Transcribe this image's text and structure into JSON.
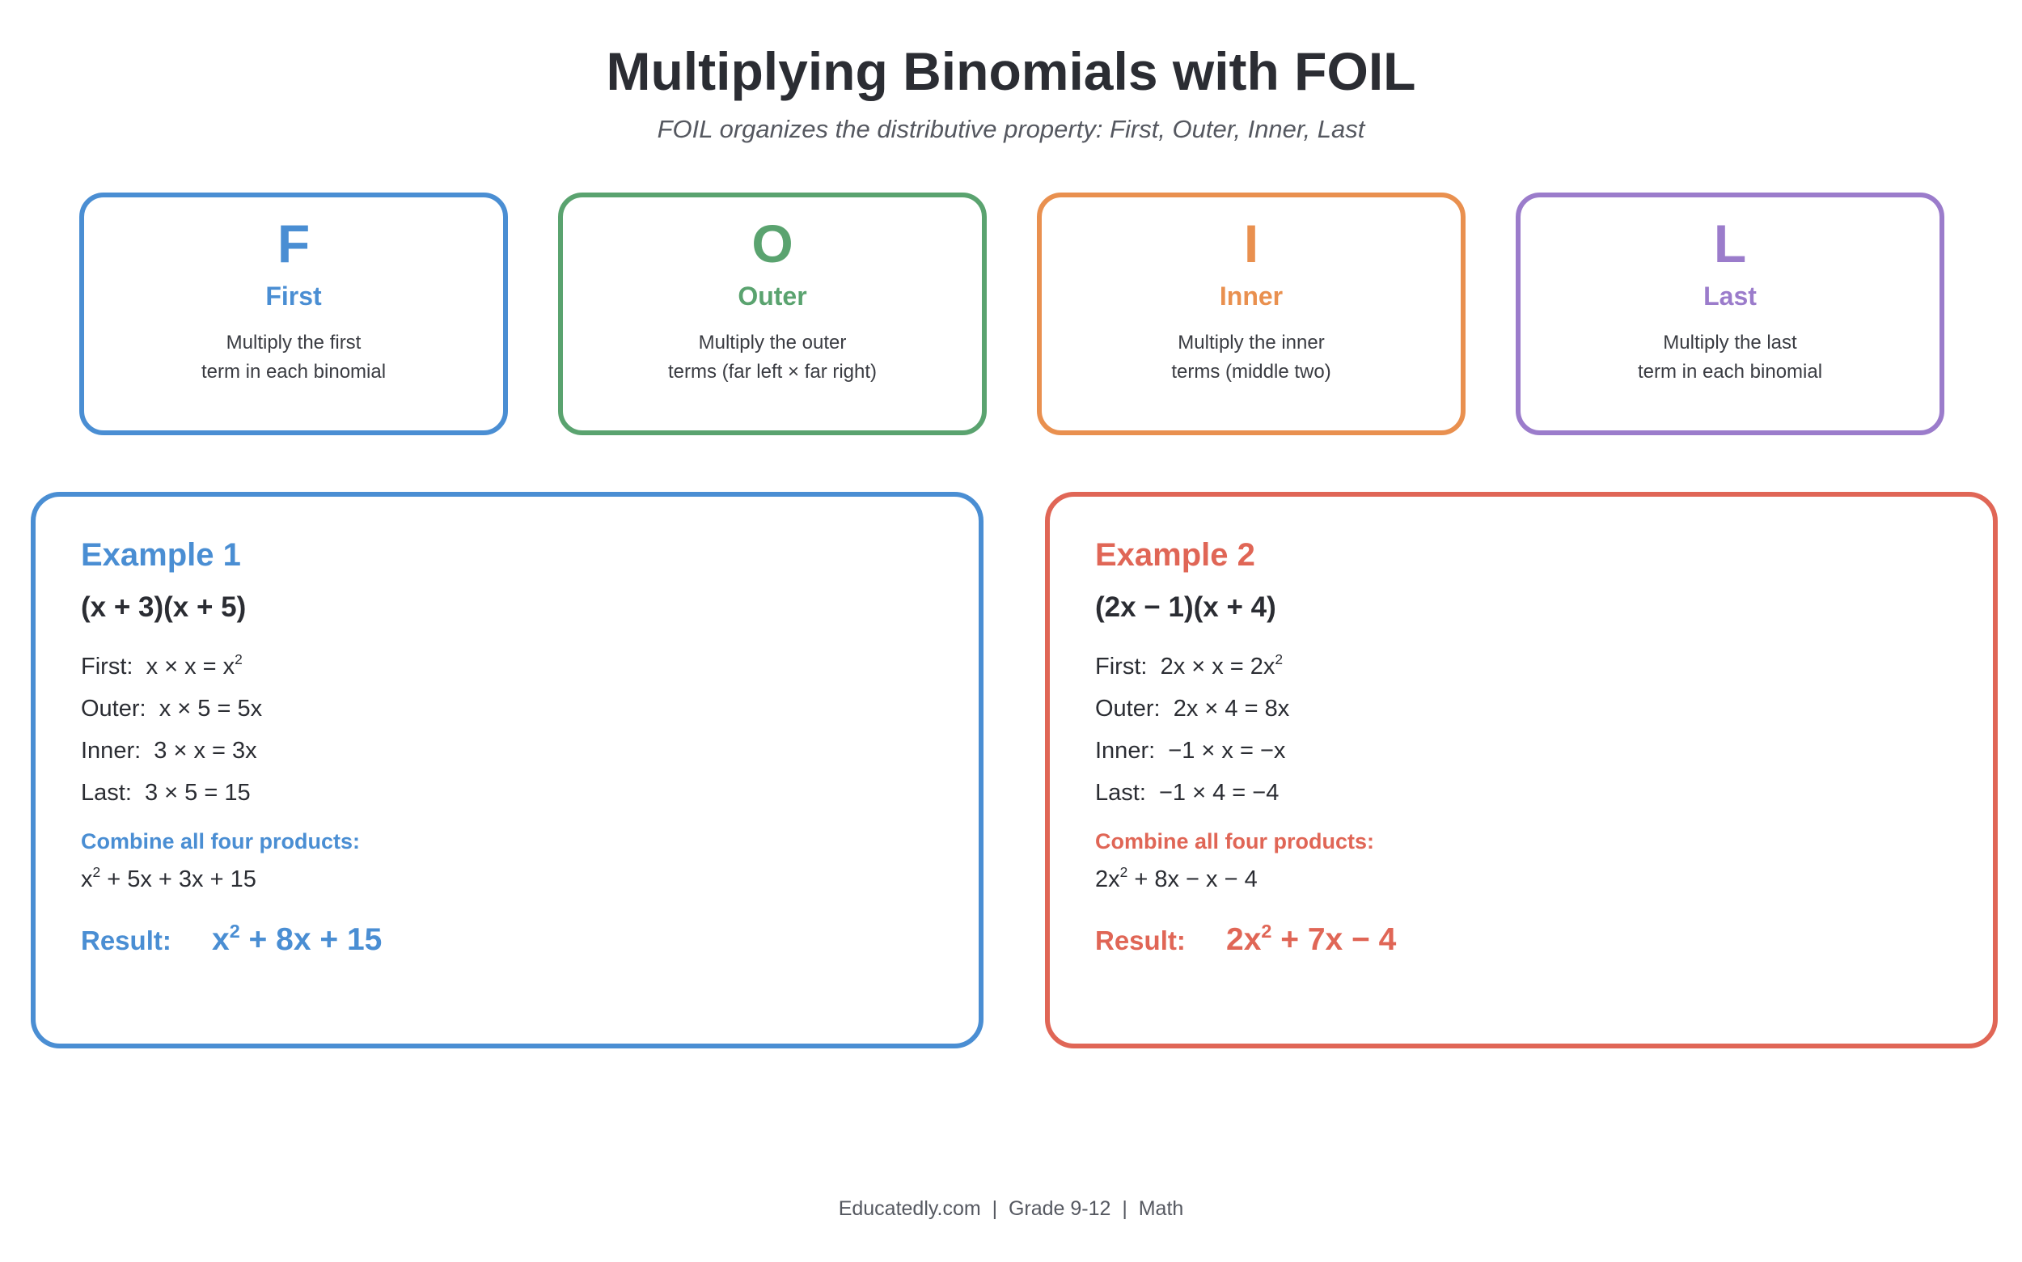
{
  "title": "Multiplying Binomials with FOIL",
  "subtitle": "FOIL organizes the distributive property: First, Outer, Inner, Last",
  "colors": {
    "first": "#4a8ed3",
    "outer": "#5aa36f",
    "inner": "#e9904f",
    "last": "#9b7ccb",
    "example1": "#4a8ed3",
    "example2": "#e06656"
  },
  "foil": [
    {
      "letter": "F",
      "word": "First",
      "desc1": "Multiply the first",
      "desc2": "term in each binomial"
    },
    {
      "letter": "O",
      "word": "Outer",
      "desc1": "Multiply the outer",
      "desc2": "terms (far left × far right)"
    },
    {
      "letter": "I",
      "word": "Inner",
      "desc1": "Multiply the inner",
      "desc2": "terms (middle two)"
    },
    {
      "letter": "L",
      "word": "Last",
      "desc1": "Multiply the last",
      "desc2": "term in each binomial"
    }
  ],
  "examples": [
    {
      "title": "Example 1",
      "expression": "(x + 3)(x + 5)",
      "first": {
        "label": "First:",
        "base": "x × x = x",
        "sup": "2"
      },
      "outer": {
        "label": "Outer:",
        "text": "x × 5 = 5x"
      },
      "inner": {
        "label": "Inner:",
        "text": "3 × x = 3x"
      },
      "last": {
        "label": "Last:",
        "text": "3 × 5 = 15"
      },
      "combine_label": "Combine all four products:",
      "combine": {
        "a": "x",
        "sup": "2",
        "b": " + 5x + 3x + 15"
      },
      "result_label": "Result:",
      "result": {
        "a": "x",
        "sup": "2",
        "b": " + 8x + 15"
      }
    },
    {
      "title": "Example 2",
      "expression": "(2x − 1)(x + 4)",
      "first": {
        "label": "First:",
        "base": "2x × x = 2x",
        "sup": "2"
      },
      "outer": {
        "label": "Outer:",
        "text": "2x × 4 = 8x"
      },
      "inner": {
        "label": "Inner:",
        "text": "−1 × x = −x"
      },
      "last": {
        "label": "Last:",
        "text": "−1 × 4 = −4"
      },
      "combine_label": "Combine all four products:",
      "combine": {
        "a": "2x",
        "sup": "2",
        "b": " + 8x − x − 4"
      },
      "result_label": "Result:",
      "result": {
        "a": "2x",
        "sup": "2",
        "b": " + 7x − 4"
      }
    }
  ],
  "footer": "Educatedly.com  |  Grade 9-12  |  Math"
}
